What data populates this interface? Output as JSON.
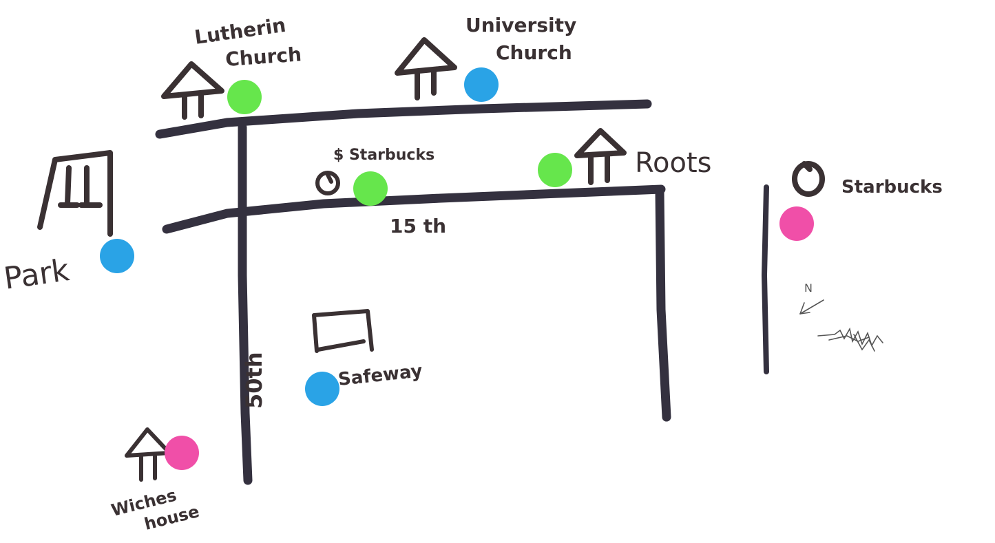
{
  "map": {
    "labels": {
      "lutheran_church_line1": "Lutherin",
      "lutheran_church_line2": "Church",
      "university_church_line1": "University",
      "university_church_line2": "Church",
      "starbucks_small": "$ Starbucks",
      "roots": "Roots",
      "starbucks_east": "Starbucks",
      "street_15th": "15 th",
      "park": "Park",
      "safeway": "Safeway",
      "street_50th": "50th",
      "witches_house_line1": "Wiches",
      "witches_house_line2": "house",
      "north": "N"
    },
    "dot_colors": {
      "green": "#66e64c",
      "blue": "#2aa3e6",
      "pink": "#f04fa8"
    },
    "icons": [
      "church-icon",
      "swing-set-icon",
      "coffee-cup-icon",
      "store-icon",
      "north-arrow-icon"
    ]
  }
}
